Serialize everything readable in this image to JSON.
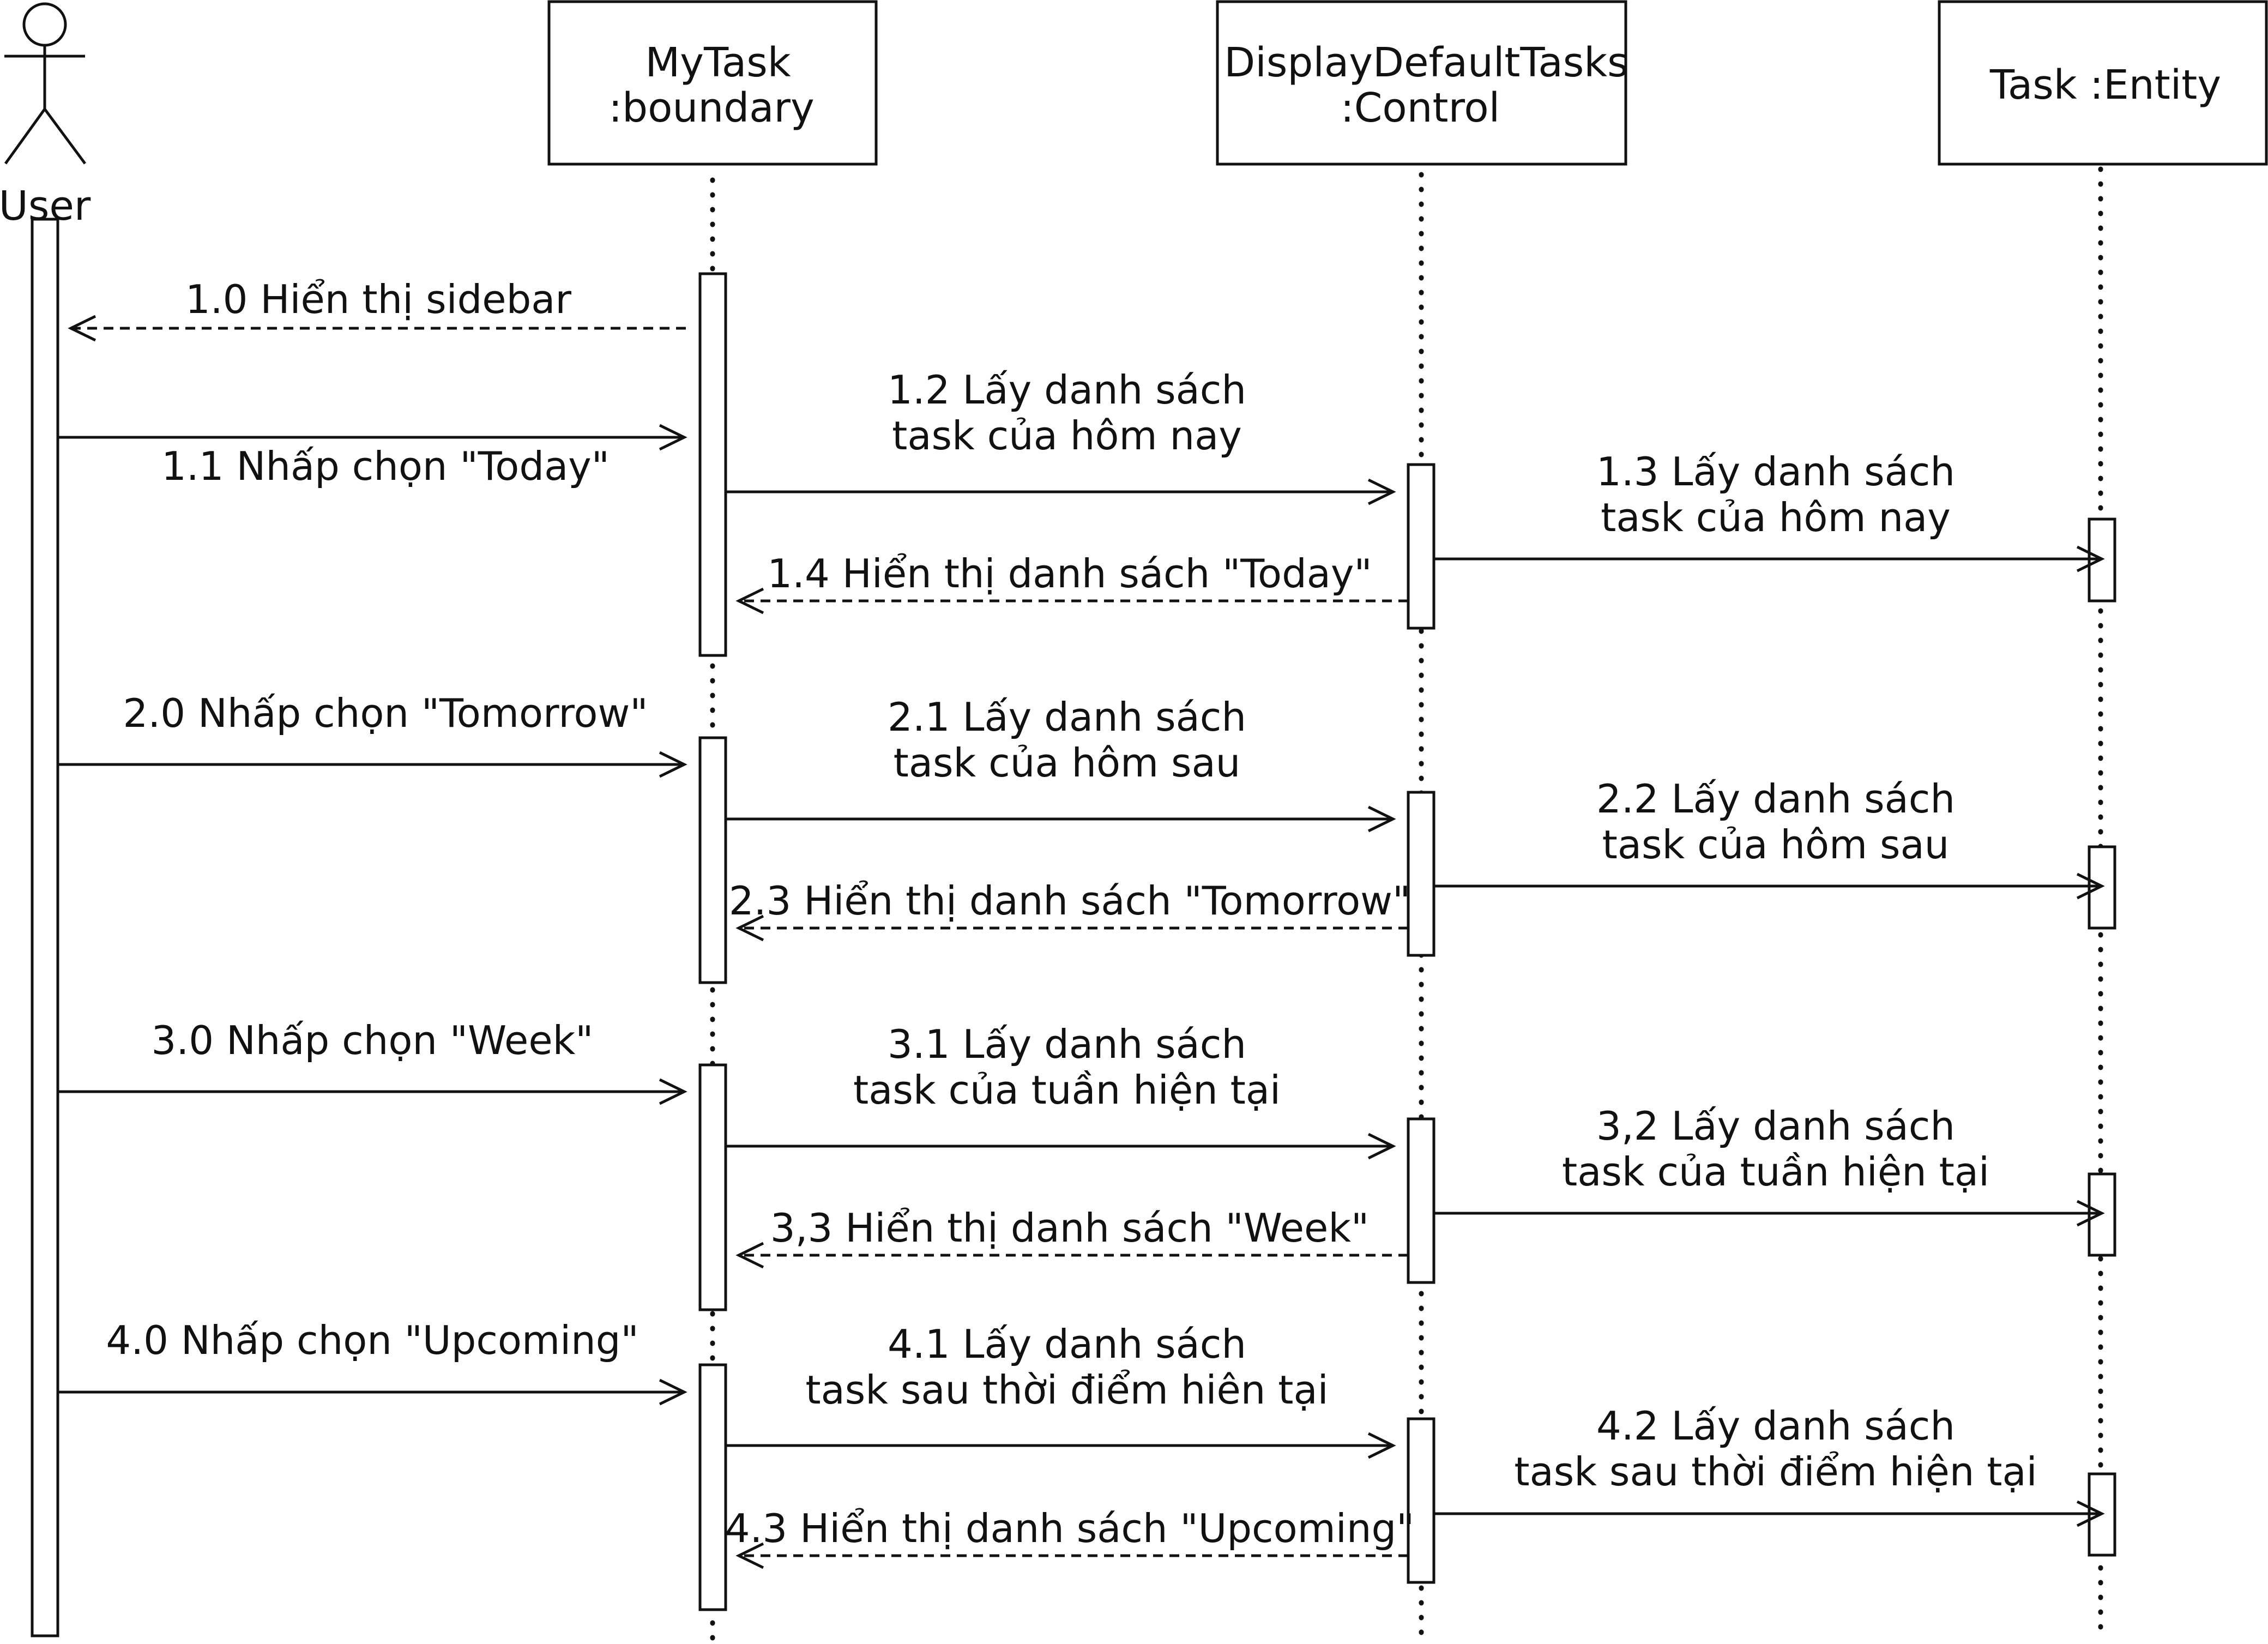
{
  "actor": {
    "label": "User",
    "icon": "stick-figure-icon"
  },
  "participants": [
    {
      "id": "mytask",
      "lines": [
        "MyTask",
        ":boundary"
      ]
    },
    {
      "id": "control",
      "lines": [
        "DisplayDefaultTasks",
        ":Control"
      ]
    },
    {
      "id": "entity",
      "lines": [
        "Task :Entity"
      ]
    }
  ],
  "messages": [
    {
      "id": "m1-0",
      "kind": "return",
      "lines": [
        "1.0 Hiển thị sidebar"
      ]
    },
    {
      "id": "m1-1",
      "kind": "call",
      "lines": [
        "1.1 Nhấp chọn \"Today\""
      ]
    },
    {
      "id": "m1-2",
      "kind": "call",
      "lines": [
        "1.2 Lấy danh sách",
        "task của hôm nay"
      ]
    },
    {
      "id": "m1-3",
      "kind": "call",
      "lines": [
        "1.3 Lấy danh sách",
        "task của hôm nay"
      ]
    },
    {
      "id": "m1-4",
      "kind": "return",
      "lines": [
        "1.4 Hiển thị danh sách \"Today\""
      ]
    },
    {
      "id": "m2-0",
      "kind": "call",
      "lines": [
        "2.0 Nhấp chọn \"Tomorrow\""
      ]
    },
    {
      "id": "m2-1",
      "kind": "call",
      "lines": [
        "2.1 Lấy danh sách",
        "task của hôm sau"
      ]
    },
    {
      "id": "m2-2",
      "kind": "call",
      "lines": [
        "2.2 Lấy danh sách",
        "task của hôm sau"
      ]
    },
    {
      "id": "m2-3",
      "kind": "return",
      "lines": [
        "2.3 Hiển thị danh sách \"Tomorrow\""
      ]
    },
    {
      "id": "m3-0",
      "kind": "call",
      "lines": [
        "3.0 Nhấp chọn \"Week\""
      ]
    },
    {
      "id": "m3-1",
      "kind": "call",
      "lines": [
        "3.1 Lấy danh sách",
        "task của tuần hiện tại"
      ]
    },
    {
      "id": "m3-2",
      "kind": "call",
      "lines": [
        "3,2 Lấy danh sách",
        "task của tuần hiện tại"
      ]
    },
    {
      "id": "m3-3",
      "kind": "return",
      "lines": [
        "3,3 Hiển thị danh sách \"Week\""
      ]
    },
    {
      "id": "m4-0",
      "kind": "call",
      "lines": [
        "4.0 Nhấp chọn \"Upcoming\""
      ]
    },
    {
      "id": "m4-1",
      "kind": "call",
      "lines": [
        "4.1 Lấy danh sách",
        "task sau thời điểm hiên tại"
      ]
    },
    {
      "id": "m4-2",
      "kind": "call",
      "lines": [
        "4.2 Lấy danh sách",
        "task sau thời điểm hiện tại"
      ]
    },
    {
      "id": "m4-3",
      "kind": "return",
      "lines": [
        "4.3 Hiển thị danh sách \"Upcoming\""
      ]
    }
  ]
}
